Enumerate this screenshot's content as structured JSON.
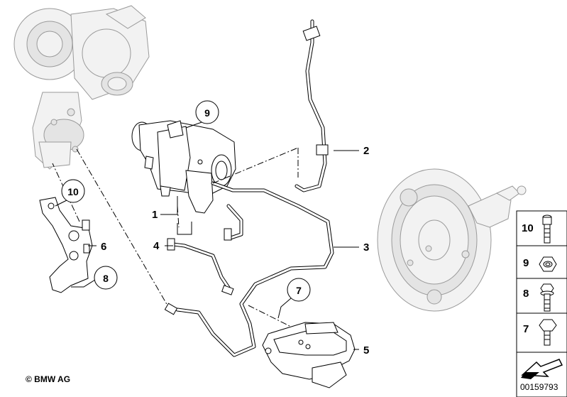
{
  "callouts": [
    {
      "id": "1",
      "label": "1"
    },
    {
      "id": "2",
      "label": "2"
    },
    {
      "id": "3",
      "label": "3"
    },
    {
      "id": "4",
      "label": "4"
    },
    {
      "id": "5",
      "label": "5"
    },
    {
      "id": "6",
      "label": "6"
    },
    {
      "id": "7",
      "label": "7"
    },
    {
      "id": "8",
      "label": "8"
    },
    {
      "id": "9",
      "label": "9"
    },
    {
      "id": "10",
      "label": "10"
    }
  ],
  "legend": [
    {
      "label": "10",
      "part": "bolt-long"
    },
    {
      "label": "9",
      "part": "nut"
    },
    {
      "label": "8",
      "part": "bolt-collar"
    },
    {
      "label": "7",
      "part": "bolt-short"
    }
  ],
  "footer": {
    "copyright": "© BMW AG",
    "diagram_number": "00159793"
  }
}
